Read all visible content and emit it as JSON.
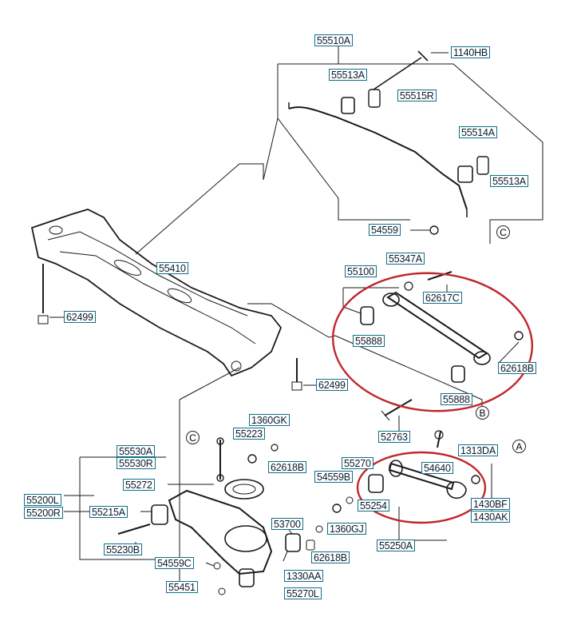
{
  "labels": {
    "l55510A": "55510A",
    "l1140HB": "1140HB",
    "l55513A_top": "55513A",
    "l55515R": "55515R",
    "l55514A": "55514A",
    "l55513A_right": "55513A",
    "l54559_top": "54559",
    "l55410": "55410",
    "l55347A": "55347A",
    "l55100": "55100",
    "l62617C": "62617C",
    "l62499_left": "62499",
    "l55888": "55888",
    "l62618B_right": "62618B",
    "l62499_mid": "62499",
    "l55888_b": "55888",
    "l1360GK": "1360GK",
    "l52763": "52763",
    "l55223": "55223",
    "l55530A": "55530A",
    "l55530R": "55530R",
    "l62618B_mid": "62618B",
    "l55272": "55272",
    "l55270": "55270",
    "l54559B": "54559B",
    "l1313DA": "1313DA",
    "l54640": "54640",
    "l55200L": "55200L",
    "l55200R": "55200R",
    "l55215A": "55215A",
    "l55254": "55254",
    "l1430BF": "1430BF",
    "l1430AK": "1430AK",
    "l53700": "53700",
    "l1360GJ": "1360GJ",
    "l55230B": "55230B",
    "l62618B_low": "62618B",
    "l55250A": "55250A",
    "l54559C": "54559C",
    "l1330AA": "1330AA",
    "l55451": "55451",
    "l55270L": "55270L"
  },
  "callouts": {
    "c_top": "C",
    "c_left": "C",
    "b": "B",
    "a": "A"
  }
}
